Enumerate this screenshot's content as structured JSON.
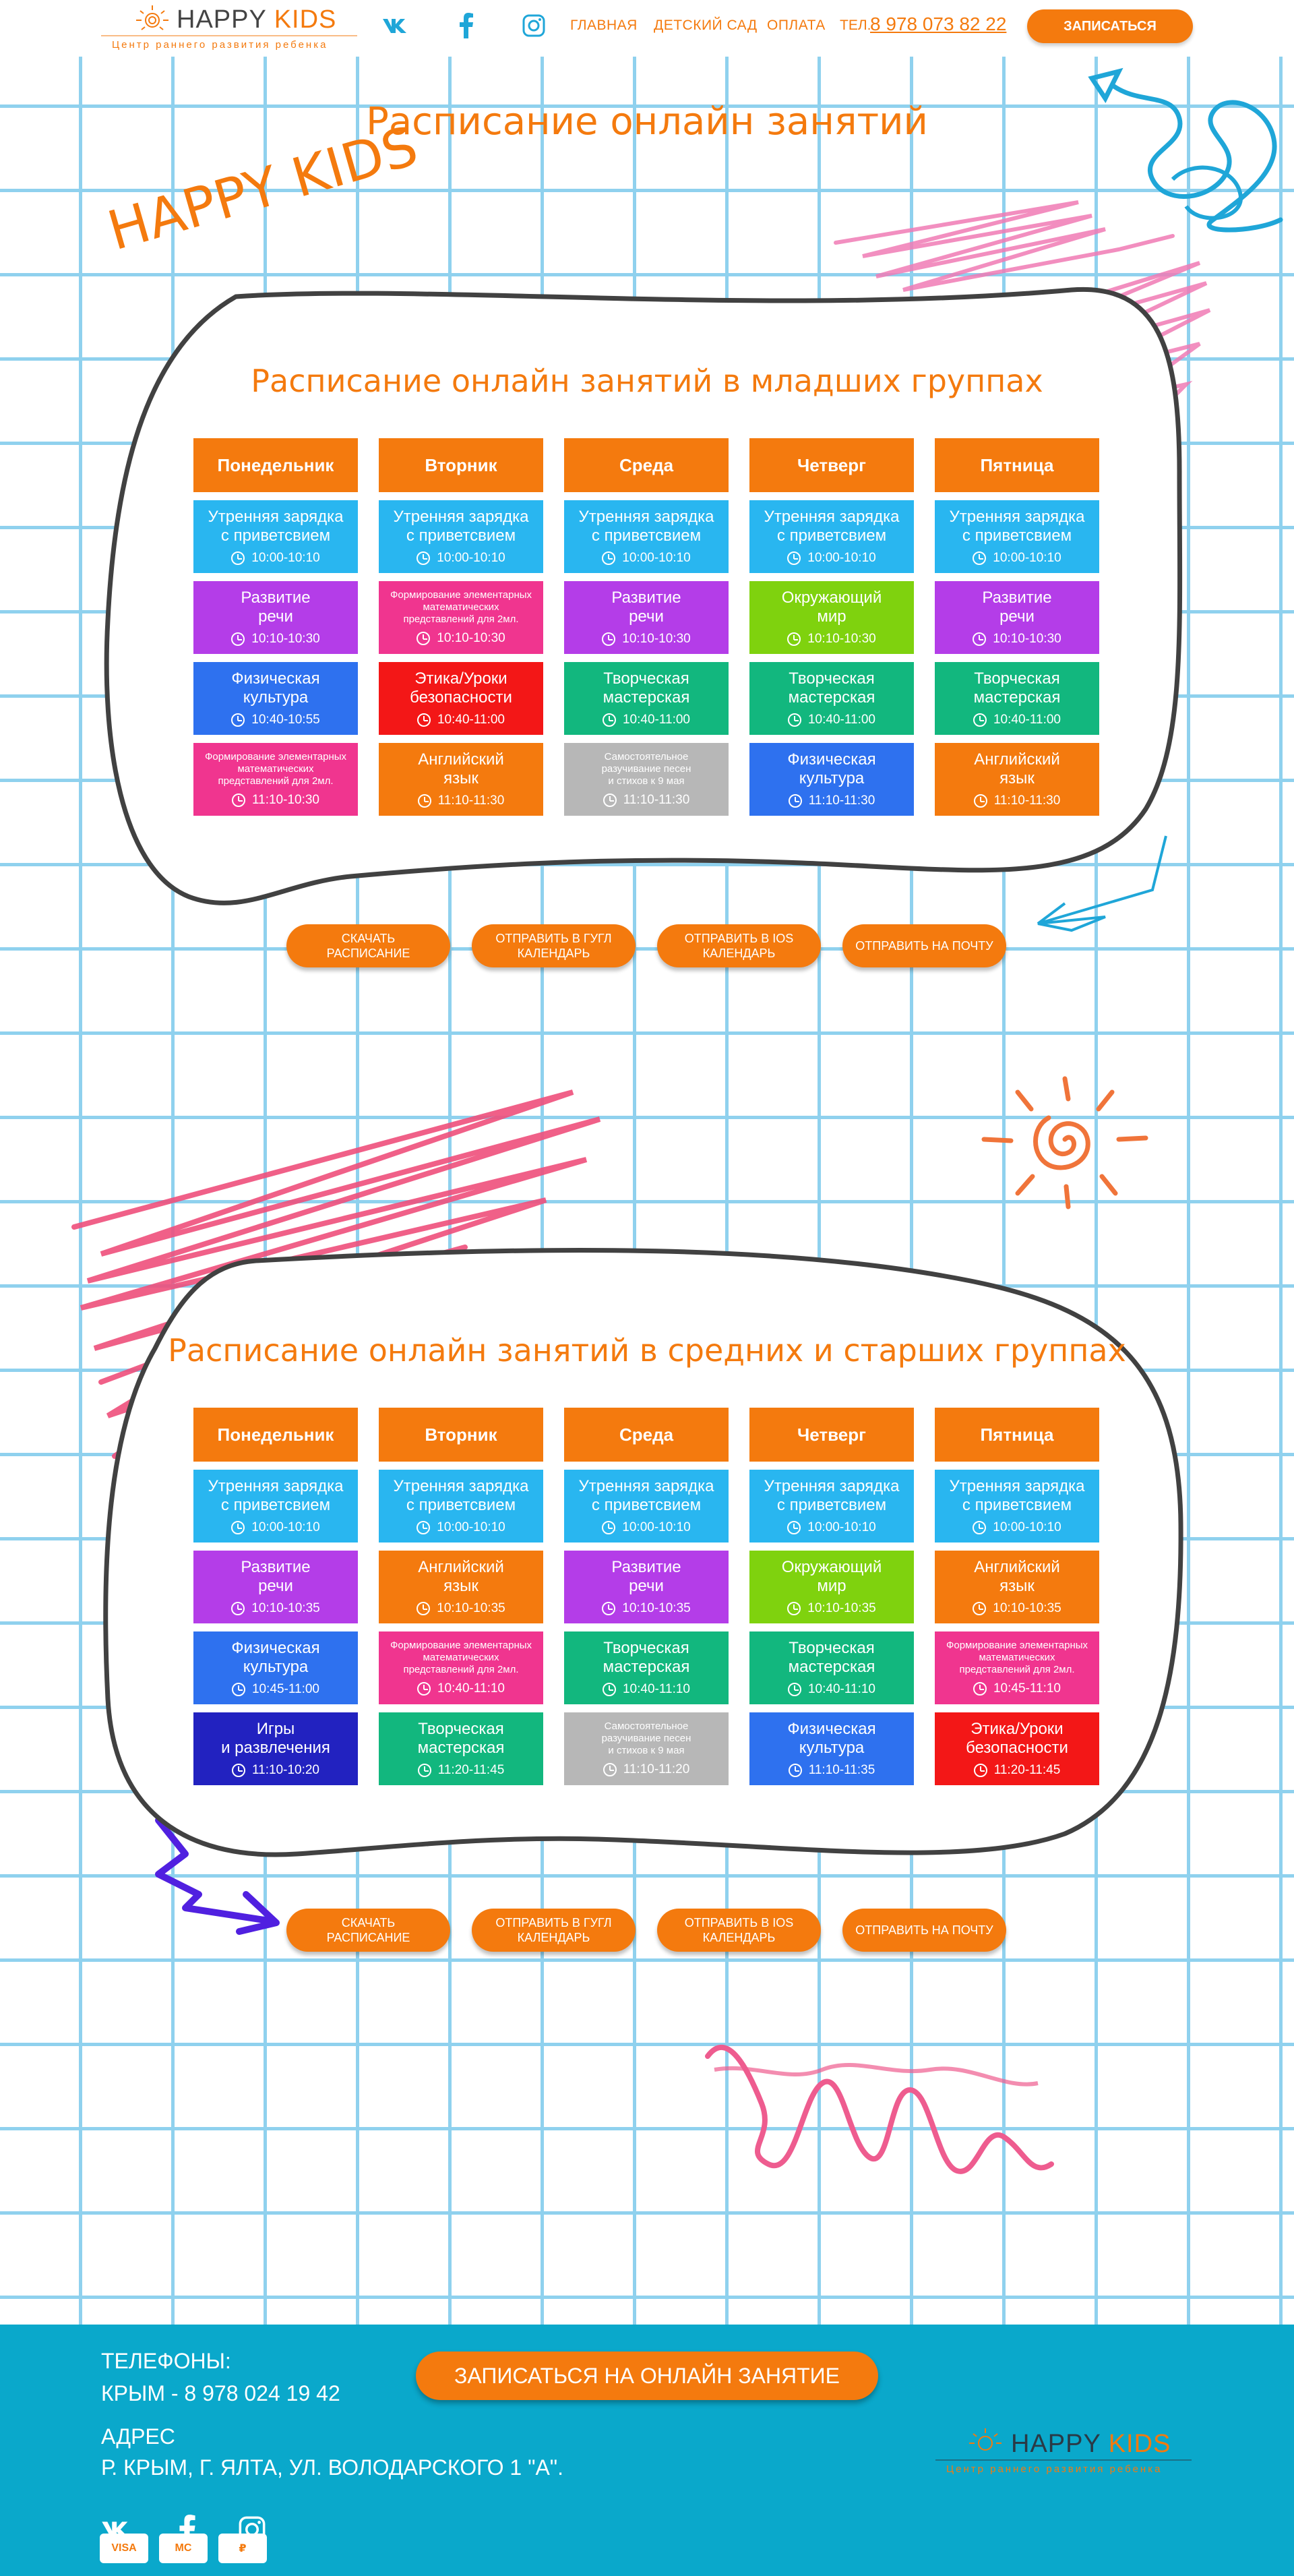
{
  "header": {
    "logo": {
      "happy": "HAPPY",
      "kids": "KIDS",
      "subtitle": "Центр раннего развития ребенка"
    },
    "social": [
      {
        "name": "vk-icon",
        "glyph": "vk"
      },
      {
        "name": "facebook-icon",
        "glyph": "f"
      }
    ],
    "nav": [
      "главная",
      "детский сад",
      "оплата"
    ],
    "phone_label": "ТЕЛ.",
    "phone": "8 978 073 82 22",
    "signup_button": "ЗАПИСАТЬСЯ"
  },
  "page_title": "Расписание онлайн занятий",
  "brand_skew": "HAPPY KIDS",
  "days": [
    "Понедельник",
    "Вторник",
    "Среда",
    "Четверг",
    "Пятница"
  ],
  "junior": {
    "title": "Расписание онлайн занятий в младших группах",
    "rows": [
      [
        {
          "title": "Утренняя зарядка\nс приветсвием",
          "time": "10:00-10:10",
          "color": "#29b6f0",
          "small": false
        },
        {
          "title": "Утренняя зарядка\nс приветсвием",
          "time": "10:00-10:10",
          "color": "#29b6f0",
          "small": false
        },
        {
          "title": "Утренняя зарядка\nс приветсвием",
          "time": "10:00-10:10",
          "color": "#29b6f0",
          "small": false
        },
        {
          "title": "Утренняя зарядка\nс приветсвием",
          "time": "10:00-10:10",
          "color": "#29b6f0",
          "small": false
        },
        {
          "title": "Утренняя зарядка\nс приветсвием",
          "time": "10:00-10:10",
          "color": "#29b6f0",
          "small": false
        }
      ],
      [
        {
          "title": "Развитие\nречи",
          "time": "10:10-10:30",
          "color": "#b43de8",
          "small": false
        },
        {
          "title": "Формирование элементарных\nматематических\nпредставлений для 2мл.",
          "time": "10:10-10:30",
          "color": "#f0358f",
          "small": true
        },
        {
          "title": "Развитие\nречи",
          "time": "10:10-10:30",
          "color": "#b43de8",
          "small": false
        },
        {
          "title": "Окружающий\nмир",
          "time": "10:10-10:30",
          "color": "#7fd20e",
          "small": false
        },
        {
          "title": "Развитие\nречи",
          "time": "10:10-10:30",
          "color": "#b43de8",
          "small": false
        }
      ],
      [
        {
          "title": "Физическая\nкультура",
          "time": "10:40-10:55",
          "color": "#2e71ef",
          "small": false
        },
        {
          "title": "Этика/Уроки\nбезопасности",
          "time": "10:40-11:00",
          "color": "#f31717",
          "small": false
        },
        {
          "title": "Творческая\nмастерская",
          "time": "10:40-11:00",
          "color": "#12b77e",
          "small": false
        },
        {
          "title": "Творческая\nмастерская",
          "time": "10:40-11:00",
          "color": "#12b77e",
          "small": false
        },
        {
          "title": "Творческая\nмастерская",
          "time": "10:40-11:00",
          "color": "#12b77e",
          "small": false
        }
      ],
      [
        {
          "title": "Формирование элементарных\nматематических\nпредставлений для 2мл.",
          "time": "11:10-10:30",
          "color": "#f0358f",
          "small": true
        },
        {
          "title": "Английский\nязык",
          "time": "11:10-11:30",
          "color": "#f47a0e",
          "small": false
        },
        {
          "title": "Самостоятельное\nразучивание песен\nи стихов к 9 мая",
          "time": "11:10-11:30",
          "color": "#b7b7b7",
          "small": true
        },
        {
          "title": "Физическая\nкультура",
          "time": "11:10-11:30",
          "color": "#2e71ef",
          "small": false
        },
        {
          "title": "Английский\nязык",
          "time": "11:10-11:30",
          "color": "#f47a0e",
          "small": false
        }
      ]
    ]
  },
  "senior": {
    "title": "Расписание онлайн занятий в средних и старших группах",
    "rows": [
      [
        {
          "title": "Утренняя зарядка\nс приветсвием",
          "time": "10:00-10:10",
          "color": "#29b6f0",
          "small": false
        },
        {
          "title": "Утренняя зарядка\nс приветсвием",
          "time": "10:00-10:10",
          "color": "#29b6f0",
          "small": false
        },
        {
          "title": "Утренняя зарядка\nс приветсвием",
          "time": "10:00-10:10",
          "color": "#29b6f0",
          "small": false
        },
        {
          "title": "Утренняя зарядка\nс приветсвием",
          "time": "10:00-10:10",
          "color": "#29b6f0",
          "small": false
        },
        {
          "title": "Утренняя зарядка\nс приветсвием",
          "time": "10:00-10:10",
          "color": "#29b6f0",
          "small": false
        }
      ],
      [
        {
          "title": "Развитие\nречи",
          "time": "10:10-10:35",
          "color": "#b43de8",
          "small": false
        },
        {
          "title": "Английский\nязык",
          "time": "10:10-10:35",
          "color": "#f47a0e",
          "small": false
        },
        {
          "title": "Развитие\nречи",
          "time": "10:10-10:35",
          "color": "#b43de8",
          "small": false
        },
        {
          "title": "Окружающий\nмир",
          "time": "10:10-10:35",
          "color": "#7fd20e",
          "small": false
        },
        {
          "title": "Английский\nязык",
          "time": "10:10-10:35",
          "color": "#f47a0e",
          "small": false
        }
      ],
      [
        {
          "title": "Физическая\nкультура",
          "time": "10:45-11:00",
          "color": "#2e71ef",
          "small": false
        },
        {
          "title": "Формирование элементарных\nматематических\nпредставлений для 2мл.",
          "time": "10:40-11:10",
          "color": "#f0358f",
          "small": true
        },
        {
          "title": "Творческая\nмастерская",
          "time": "10:40-11:10",
          "color": "#12b77e",
          "small": false
        },
        {
          "title": "Творческая\nмастерская",
          "time": "10:40-11:10",
          "color": "#12b77e",
          "small": false
        },
        {
          "title": "Формирование элементарных\nматематических\nпредставлений для 2мл.",
          "time": "10:45-11:10",
          "color": "#f0358f",
          "small": true
        }
      ],
      [
        {
          "title": "Игры\nи развлечения",
          "time": "11:10-10:20",
          "color": "#2222c0",
          "small": false
        },
        {
          "title": "Творческая\nмастерская",
          "time": "11:20-11:45",
          "color": "#12b77e",
          "small": false
        },
        {
          "title": "Самостоятельное\nразучивание песен\nи стихов к 9 мая",
          "time": "11:10-11:20",
          "color": "#b7b7b7",
          "small": true
        },
        {
          "title": "Физическая\nкультура",
          "time": "11:10-11:35",
          "color": "#2e71ef",
          "small": false
        },
        {
          "title": "Этика/Уроки\nбезопасности",
          "time": "11:20-11:45",
          "color": "#f31717",
          "small": false
        }
      ]
    ]
  },
  "actions": [
    "СКАЧАТЬ РАСПИСАНИЕ",
    "ОТПРАВИТЬ В ГУГЛ\nКАЛЕНДАРЬ",
    "ОТПРАВИТЬ В IOS\nКАЛЕНДАРЬ",
    "ОТПРАВИТЬ НА ПОЧТУ"
  ],
  "footer": {
    "phones_label": "ТЕЛЕФОНЫ:",
    "phone_line": "КРЫМ - 8 978 024 19 42",
    "address_label": "АДРЕС",
    "address_line": "Р. КРЫМ, Г. ЯЛТА, УЛ. ВОЛОДАРСКОГО 1 \"А\".",
    "signup_online": "ЗАПИСАТЬСЯ НА ОНЛАЙН ЗАНЯТИЕ",
    "pay": [
      "VISA",
      "MC",
      "₽"
    ]
  }
}
